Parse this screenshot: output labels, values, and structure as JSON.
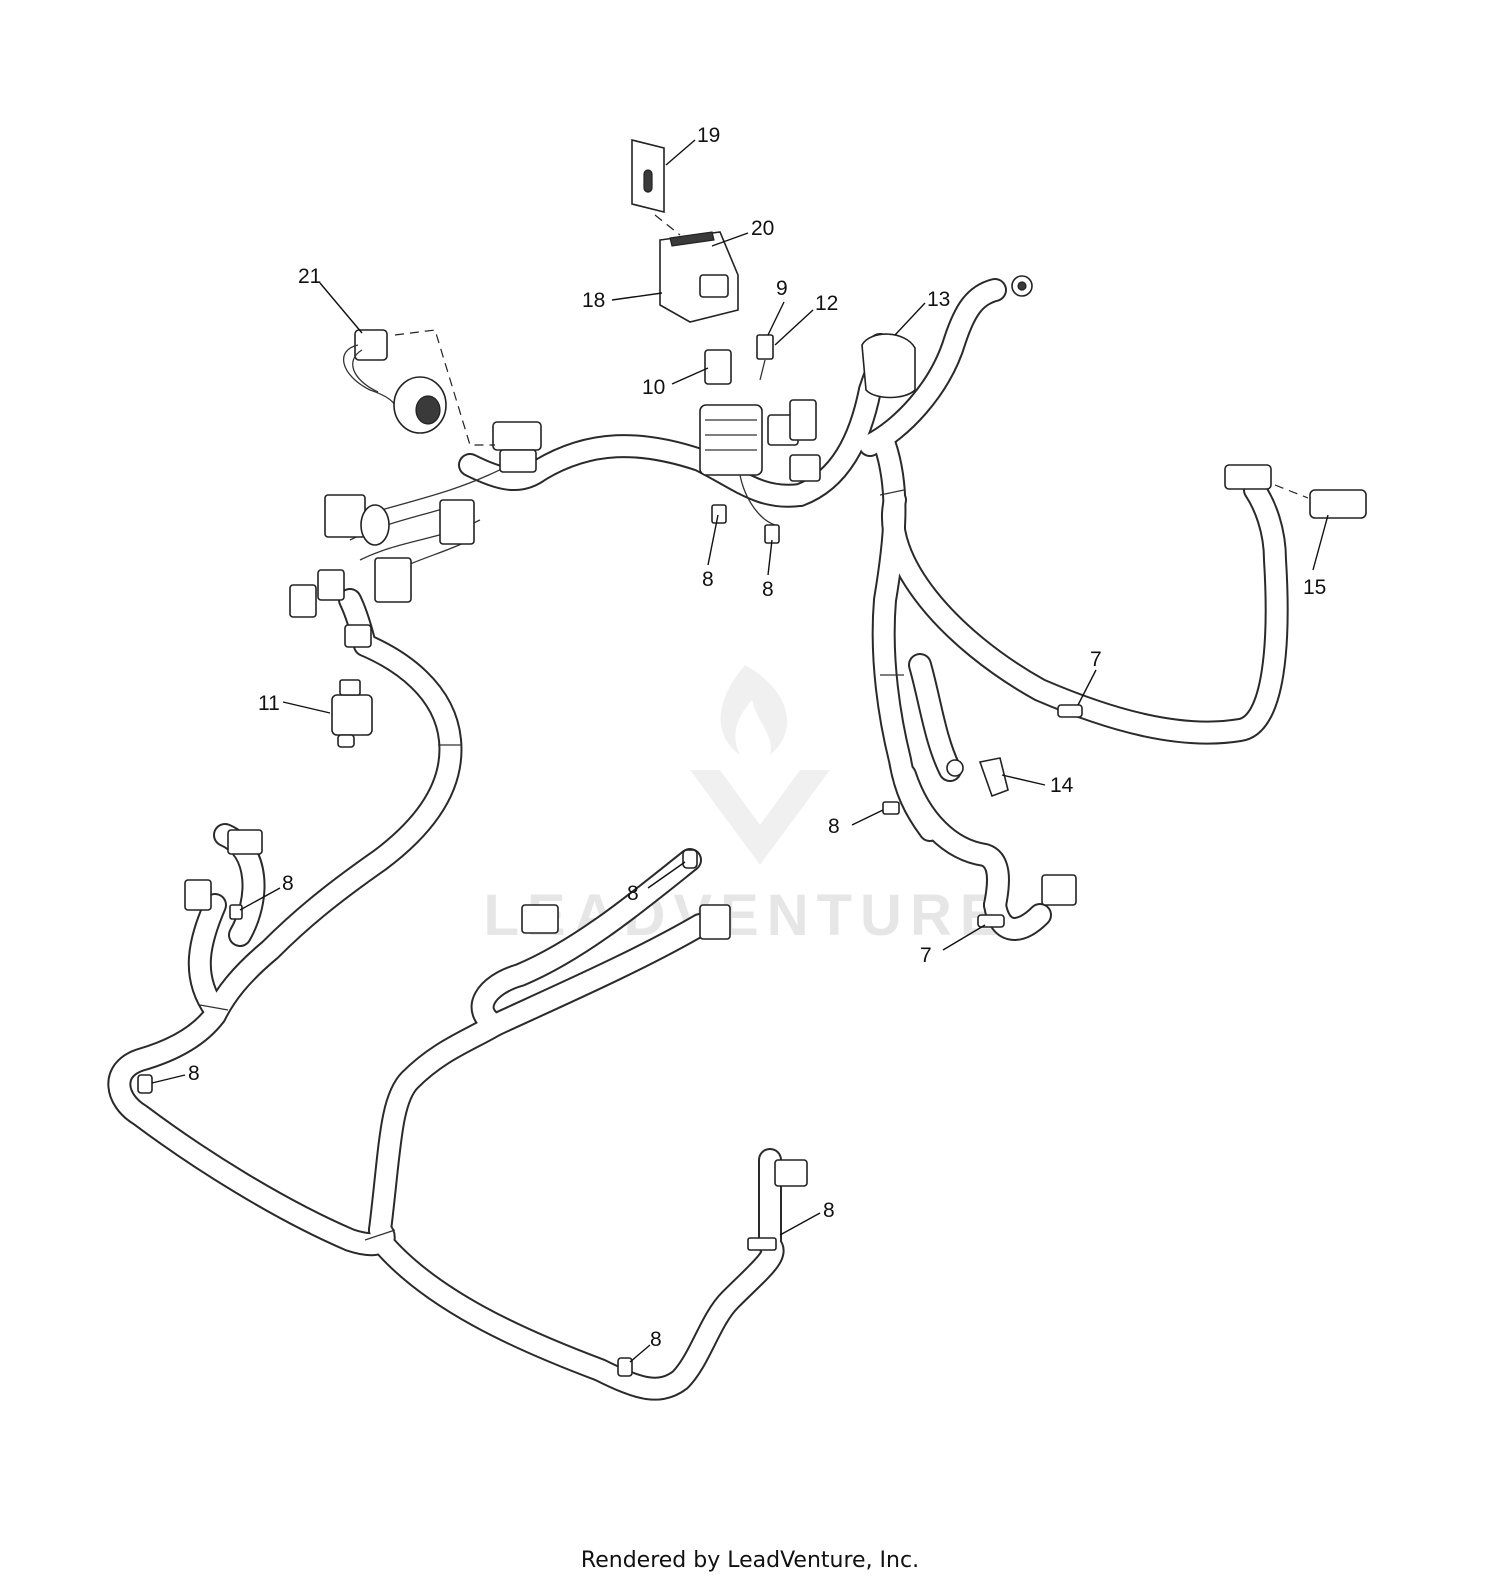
{
  "diagram": {
    "callouts": [
      {
        "label": "19",
        "part": "bracket"
      },
      {
        "label": "20",
        "part": "fuse-block-cover"
      },
      {
        "label": "18",
        "part": "fuse-block"
      },
      {
        "label": "21",
        "part": "ignition-switch-connector"
      },
      {
        "label": "9",
        "part": "mini-fuse"
      },
      {
        "label": "12",
        "part": "fuse"
      },
      {
        "label": "13",
        "part": "terminal-boot"
      },
      {
        "label": "10",
        "part": "relay"
      },
      {
        "label": "8",
        "part": "cable-tie"
      },
      {
        "label": "8",
        "part": "cable-tie"
      },
      {
        "label": "15",
        "part": "connector"
      },
      {
        "label": "7",
        "part": "clamp"
      },
      {
        "label": "11",
        "part": "switch"
      },
      {
        "label": "14",
        "part": "ground-terminal"
      },
      {
        "label": "8",
        "part": "cable-tie"
      },
      {
        "label": "8",
        "part": "cable-tie"
      },
      {
        "label": "8",
        "part": "cable-tie"
      },
      {
        "label": "7",
        "part": "clamp"
      },
      {
        "label": "8",
        "part": "cable-tie"
      },
      {
        "label": "8",
        "part": "cable-tie"
      },
      {
        "label": "8",
        "part": "cable-tie"
      }
    ],
    "watermark": "LEADVENTURE"
  },
  "footer": {
    "text": "Rendered by LeadVenture, Inc."
  }
}
